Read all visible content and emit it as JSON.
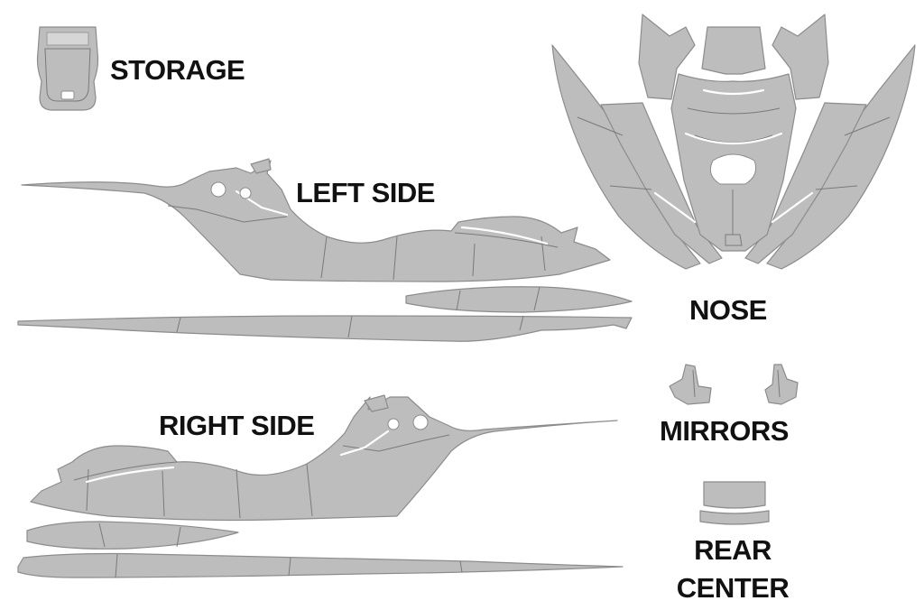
{
  "labels": {
    "storage": "STORAGE",
    "left_side": "LEFT SIDE",
    "right_side": "RIGHT SIDE",
    "nose": "NOSE",
    "mirrors": "MIRRORS",
    "rear_center_line1": "REAR",
    "rear_center_line2": "CENTER"
  },
  "colors": {
    "piece_fill": "#bdbdbd",
    "piece_outline": "#8c8c8c",
    "label_text": "#111111",
    "background": "#ffffff"
  }
}
